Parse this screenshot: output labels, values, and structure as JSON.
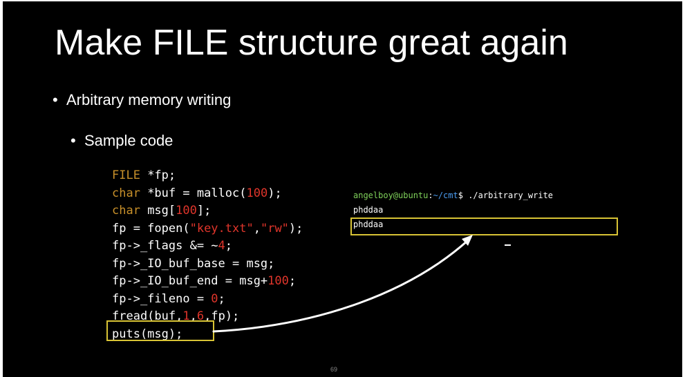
{
  "slide": {
    "title": "Make FILE structure great again",
    "bullets": [
      "Arbitrary memory writing",
      "Sample code"
    ],
    "bullet_symbol": "•",
    "page_number": "69"
  },
  "code": {
    "lines": [
      [
        {
          "t": "FILE",
          "k": "type"
        },
        {
          "t": " *fp;",
          "k": "plain"
        }
      ],
      [
        {
          "t": "char",
          "k": "type"
        },
        {
          "t": " *buf = malloc(",
          "k": "plain"
        },
        {
          "t": "100",
          "k": "num"
        },
        {
          "t": ");",
          "k": "plain"
        }
      ],
      [
        {
          "t": "char",
          "k": "type"
        },
        {
          "t": " msg[",
          "k": "plain"
        },
        {
          "t": "100",
          "k": "num"
        },
        {
          "t": "];",
          "k": "plain"
        }
      ],
      [
        {
          "t": "fp = fopen(",
          "k": "plain"
        },
        {
          "t": "\"key.txt\"",
          "k": "str"
        },
        {
          "t": ",",
          "k": "plain"
        },
        {
          "t": "\"rw\"",
          "k": "str"
        },
        {
          "t": ");",
          "k": "plain"
        }
      ],
      [
        {
          "t": "fp->_flags &= ~",
          "k": "plain"
        },
        {
          "t": "4",
          "k": "num"
        },
        {
          "t": ";",
          "k": "plain"
        }
      ],
      [
        {
          "t": "fp->_IO_buf_base = msg;",
          "k": "plain"
        }
      ],
      [
        {
          "t": "fp->_IO_buf_end = msg+",
          "k": "plain"
        },
        {
          "t": "100",
          "k": "num"
        },
        {
          "t": ";",
          "k": "plain"
        }
      ],
      [
        {
          "t": "fp->_fileno = ",
          "k": "plain"
        },
        {
          "t": "0",
          "k": "num"
        },
        {
          "t": ";",
          "k": "plain"
        }
      ],
      [
        {
          "t": "fread(buf,",
          "k": "plain"
        },
        {
          "t": "1",
          "k": "num"
        },
        {
          "t": ",",
          "k": "plain"
        },
        {
          "t": "6",
          "k": "num"
        },
        {
          "t": ",fp);",
          "k": "plain"
        }
      ],
      [
        {
          "t": "puts(msg);",
          "k": "plain"
        }
      ]
    ]
  },
  "terminal": {
    "prompt_user": "angelboy@ubuntu",
    "prompt_sep": ":",
    "prompt_path": "~/cmt",
    "prompt_symbol": "$",
    "command": " ./arbitrary_write",
    "output_lines": [
      "phddaa",
      "phddaa"
    ]
  },
  "colors": {
    "background": "#000000",
    "text": "#ffffff",
    "code_type": "#c8902a",
    "code_number": "#e0352b",
    "highlight_box": "#d9c435",
    "prompt_user": "#7fd15a",
    "prompt_path": "#4b9cf0"
  }
}
